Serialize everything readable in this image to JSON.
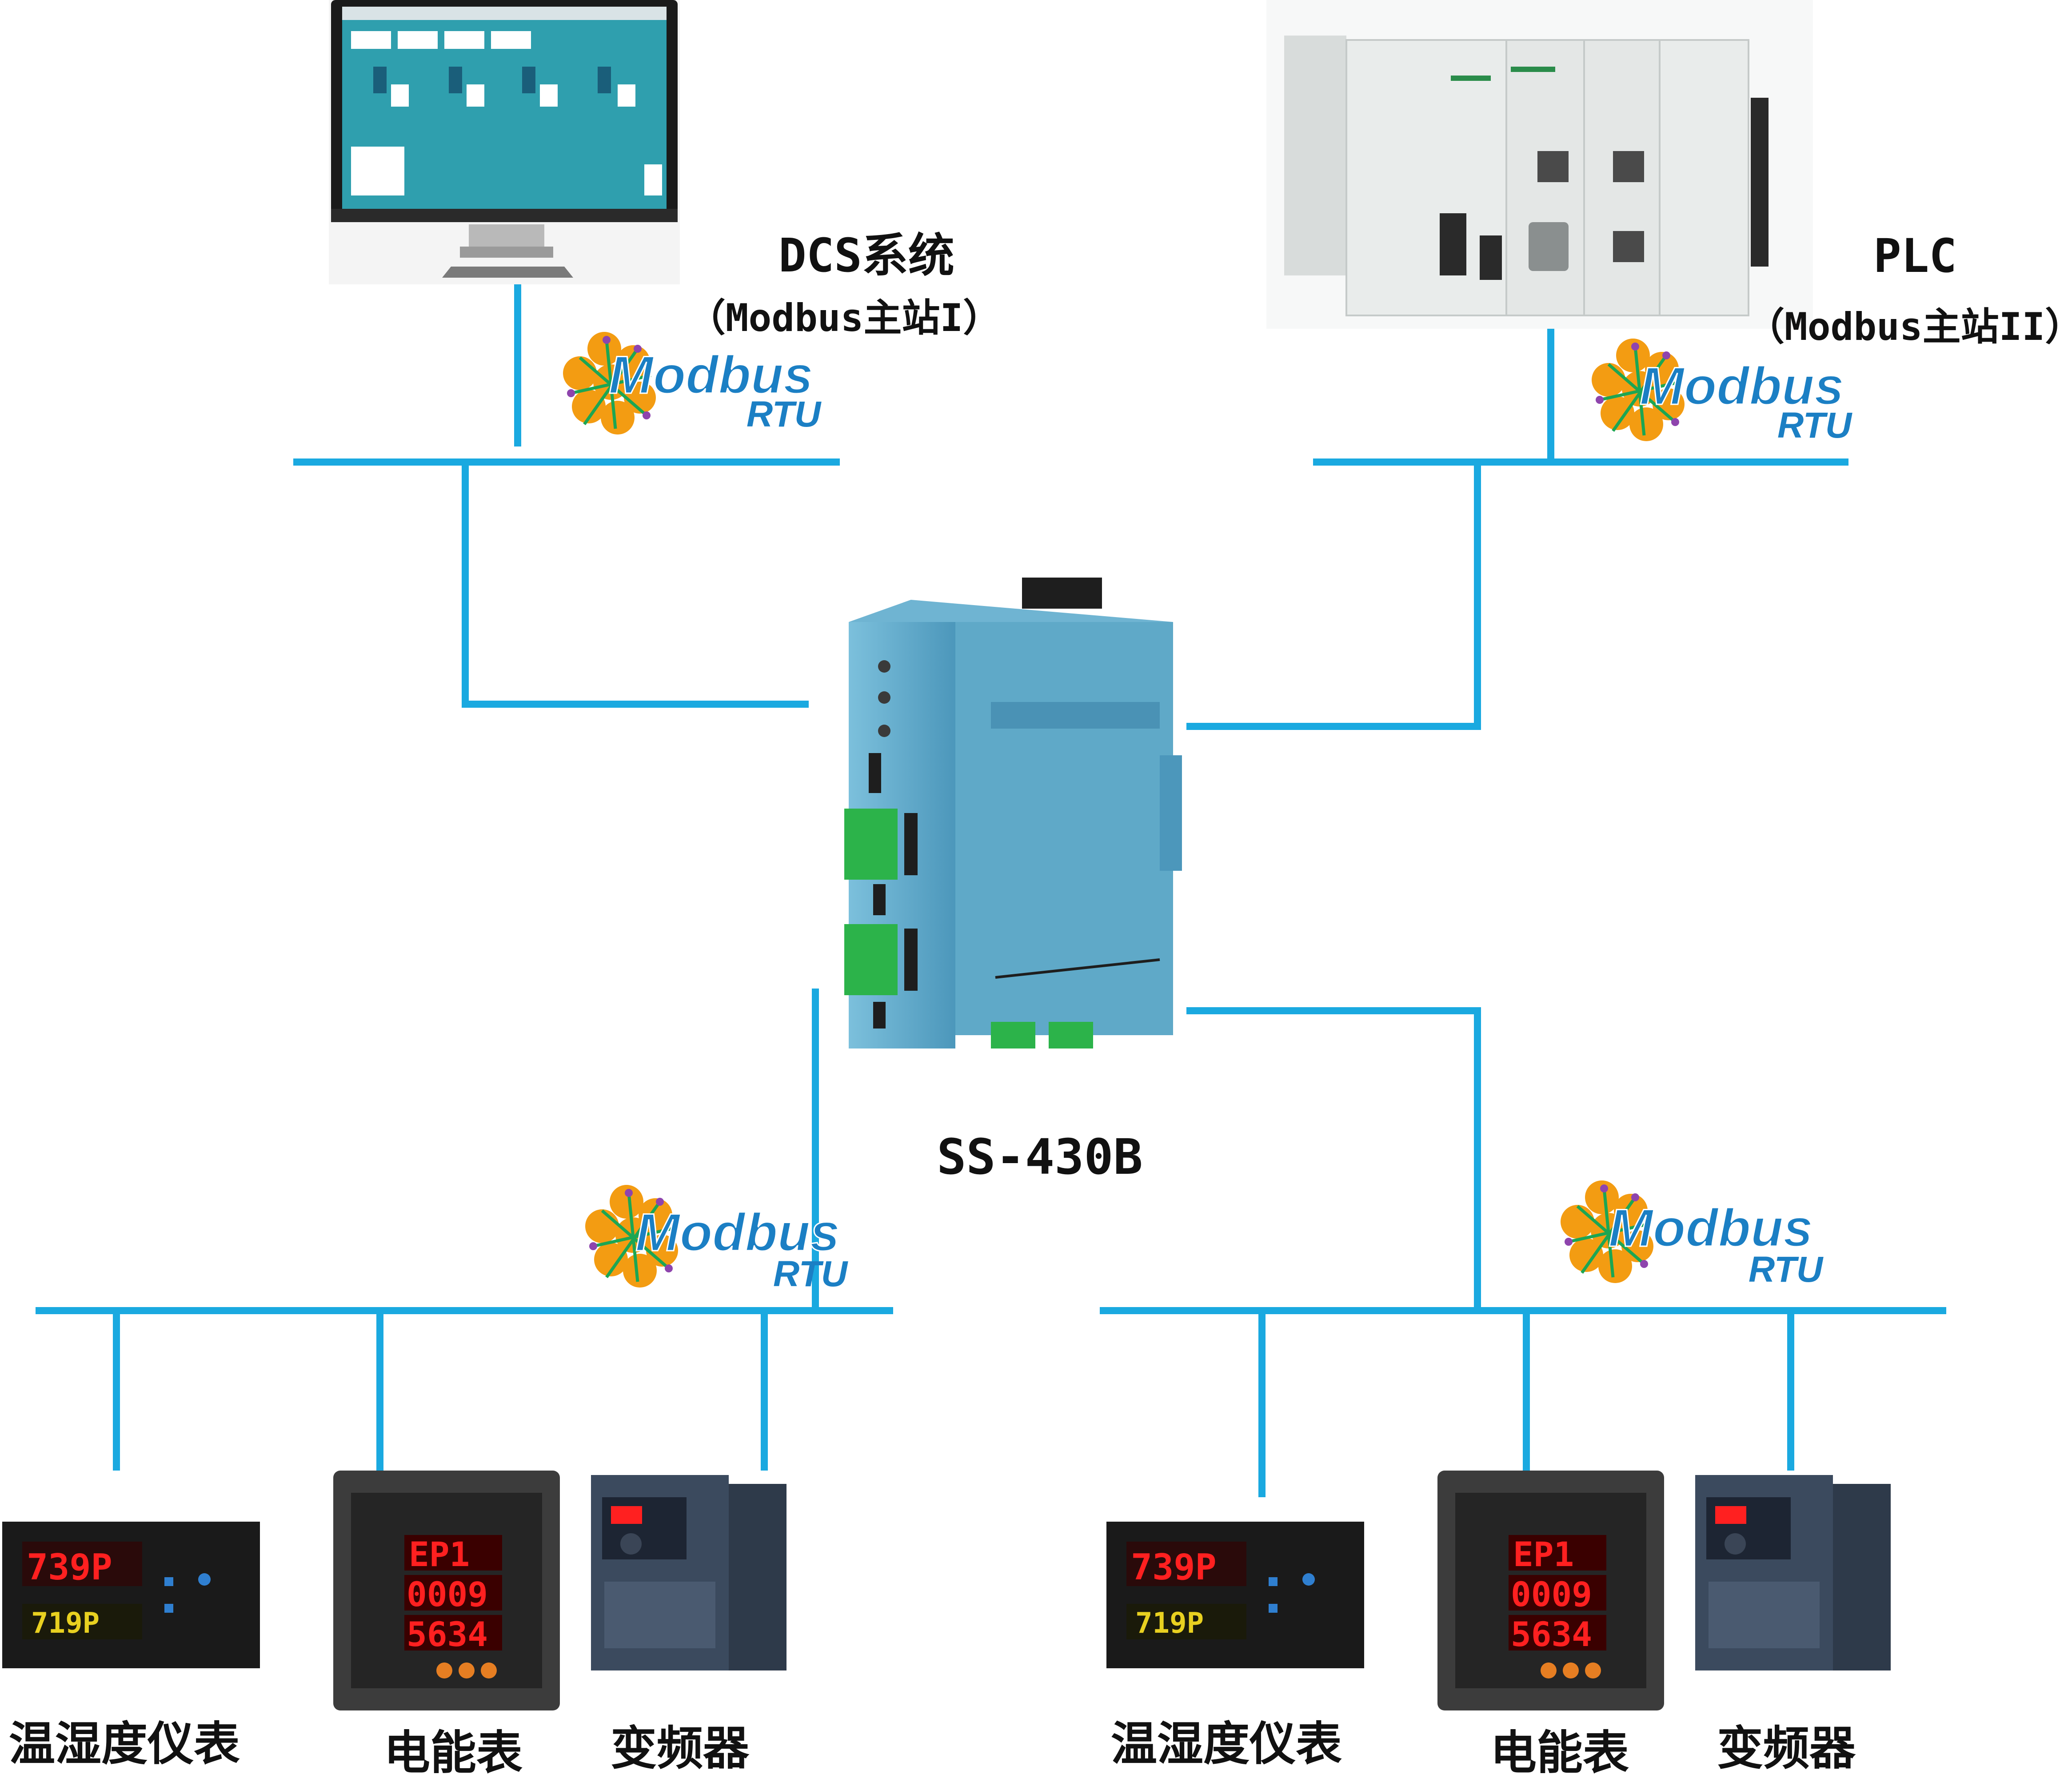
{
  "colors": {
    "bus": "#1aa9e0",
    "module_body": "#5fa9c8",
    "module_dark": "#3f87a8",
    "terminal_green": "#2cb34a",
    "monitor_screen": "#2f9fae",
    "plc_body": "#e9eceb",
    "led_red": "#ff2020",
    "modbus_orange": "#f39c12",
    "modbus_blue": "#1b7fc4"
  },
  "masters": [
    {
      "name": "DCS系统",
      "role": "（Modbus主站I）",
      "icon": "monitor-icon"
    },
    {
      "name": "PLC",
      "role": "（Modbus主站II）",
      "icon": "plc-icon"
    }
  ],
  "gateway": {
    "model": "SS-430B",
    "icon": "gateway-module-icon"
  },
  "protocol_logo": {
    "word": "Modbus",
    "sub": "RTU",
    "count": 4
  },
  "devices_left": [
    {
      "label": "温湿度仪表",
      "icon": "temperature-humidity-meter-icon"
    },
    {
      "label": "电能表",
      "icon": "energy-meter-icon"
    },
    {
      "label": "变频器",
      "icon": "inverter-icon"
    }
  ],
  "devices_right": [
    {
      "label": "温湿度仪表",
      "icon": "temperature-humidity-meter-icon"
    },
    {
      "label": "电能表",
      "icon": "energy-meter-icon"
    },
    {
      "label": "变频器",
      "icon": "inverter-icon"
    }
  ]
}
